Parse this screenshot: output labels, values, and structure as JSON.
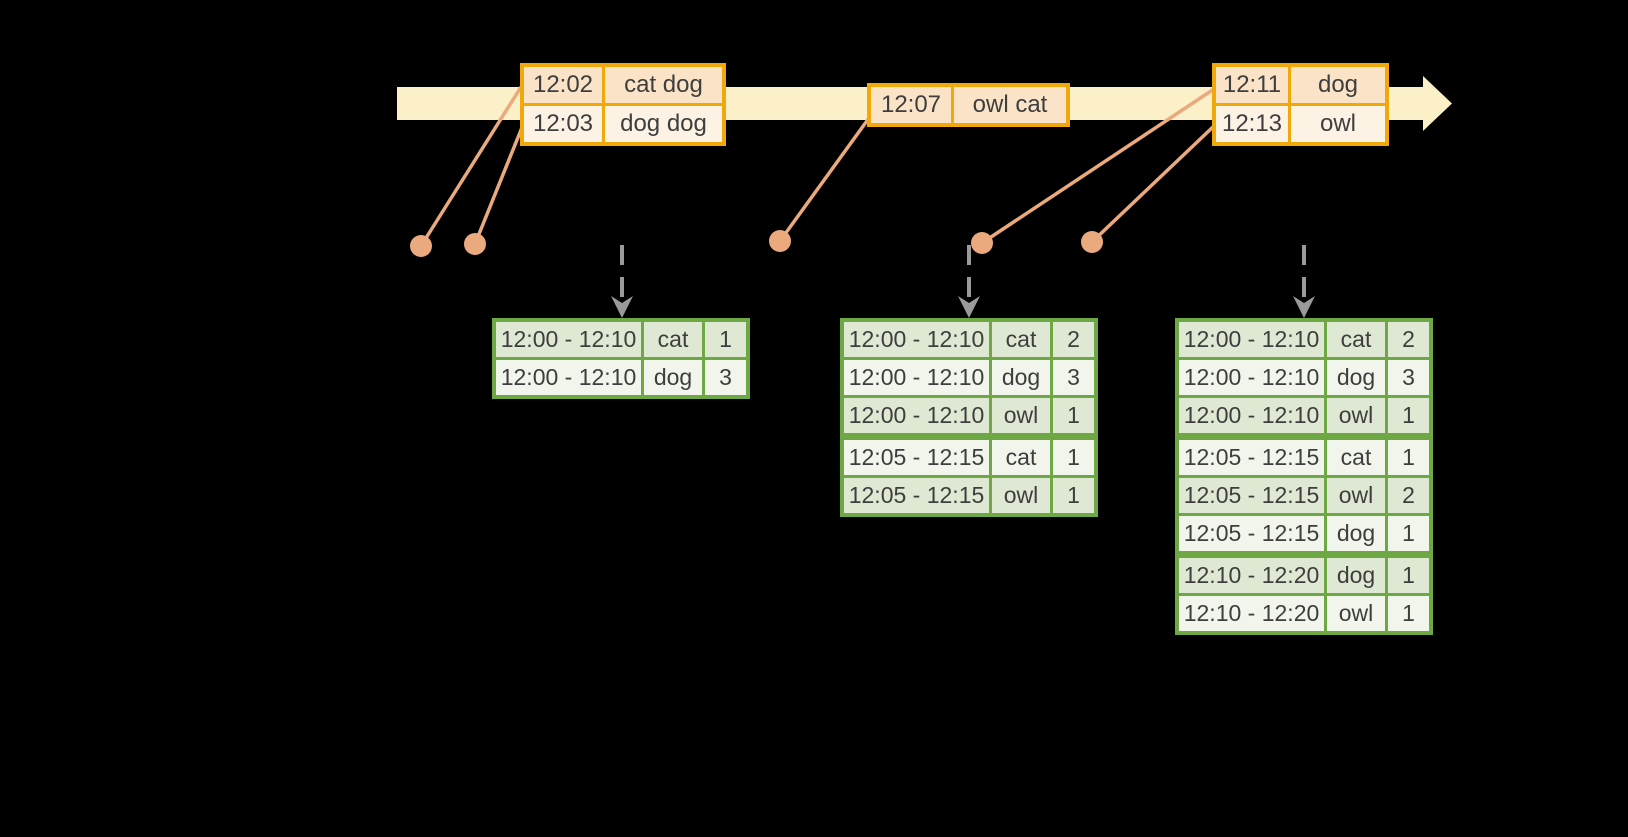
{
  "colors": {
    "background": "#000000",
    "gold_border": "#F0A80A",
    "peach_dark": "#FAE3C6",
    "peach_light": "#FDF3E5",
    "timeline_cream": "#FBF0C7",
    "salmon": "#EBA97E",
    "green_border": "#6DA844",
    "green_dark": "#DEE8D2",
    "green_light": "#F1F5EC",
    "arrow_gray": "#9A9A9A",
    "text_color": "#3E3E3E"
  },
  "icons": {
    "timeline_arrow": "right-pointing-cream-arrow",
    "trigger_arrow": "dashed-gray-down-arrow",
    "event_marker": "filled-salmon-circle"
  },
  "event_tables": [
    {
      "rows": [
        {
          "time": "12:02",
          "words": "cat dog"
        },
        {
          "time": "12:03",
          "words": "dog dog"
        }
      ]
    },
    {
      "rows": [
        {
          "time": "12:07",
          "words": "owl cat"
        }
      ]
    },
    {
      "rows": [
        {
          "time": "12:11",
          "words": "dog"
        },
        {
          "time": "12:13",
          "words": "owl"
        }
      ]
    }
  ],
  "result_tables": [
    {
      "rows": [
        {
          "window": "12:00 - 12:10",
          "word": "cat",
          "count": "1"
        },
        {
          "window": "12:00 - 12:10",
          "word": "dog",
          "count": "3"
        }
      ]
    },
    {
      "rows": [
        {
          "window": "12:00 - 12:10",
          "word": "cat",
          "count": "2"
        },
        {
          "window": "12:00 - 12:10",
          "word": "dog",
          "count": "3"
        },
        {
          "window": "12:00 - 12:10",
          "word": "owl",
          "count": "1",
          "group_end": true
        },
        {
          "window": "12:05 - 12:15",
          "word": "cat",
          "count": "1"
        },
        {
          "window": "12:05 - 12:15",
          "word": "owl",
          "count": "1"
        }
      ]
    },
    {
      "rows": [
        {
          "window": "12:00 - 12:10",
          "word": "cat",
          "count": "2"
        },
        {
          "window": "12:00 - 12:10",
          "word": "dog",
          "count": "3"
        },
        {
          "window": "12:00 - 12:10",
          "word": "owl",
          "count": "1",
          "group_end": true
        },
        {
          "window": "12:05 - 12:15",
          "word": "cat",
          "count": "1"
        },
        {
          "window": "12:05 - 12:15",
          "word": "owl",
          "count": "2"
        },
        {
          "window": "12:05 - 12:15",
          "word": "dog",
          "count": "1",
          "group_end": true
        },
        {
          "window": "12:10 - 12:20",
          "word": "dog",
          "count": "1"
        },
        {
          "window": "12:10 - 12:20",
          "word": "owl",
          "count": "1"
        }
      ]
    }
  ]
}
